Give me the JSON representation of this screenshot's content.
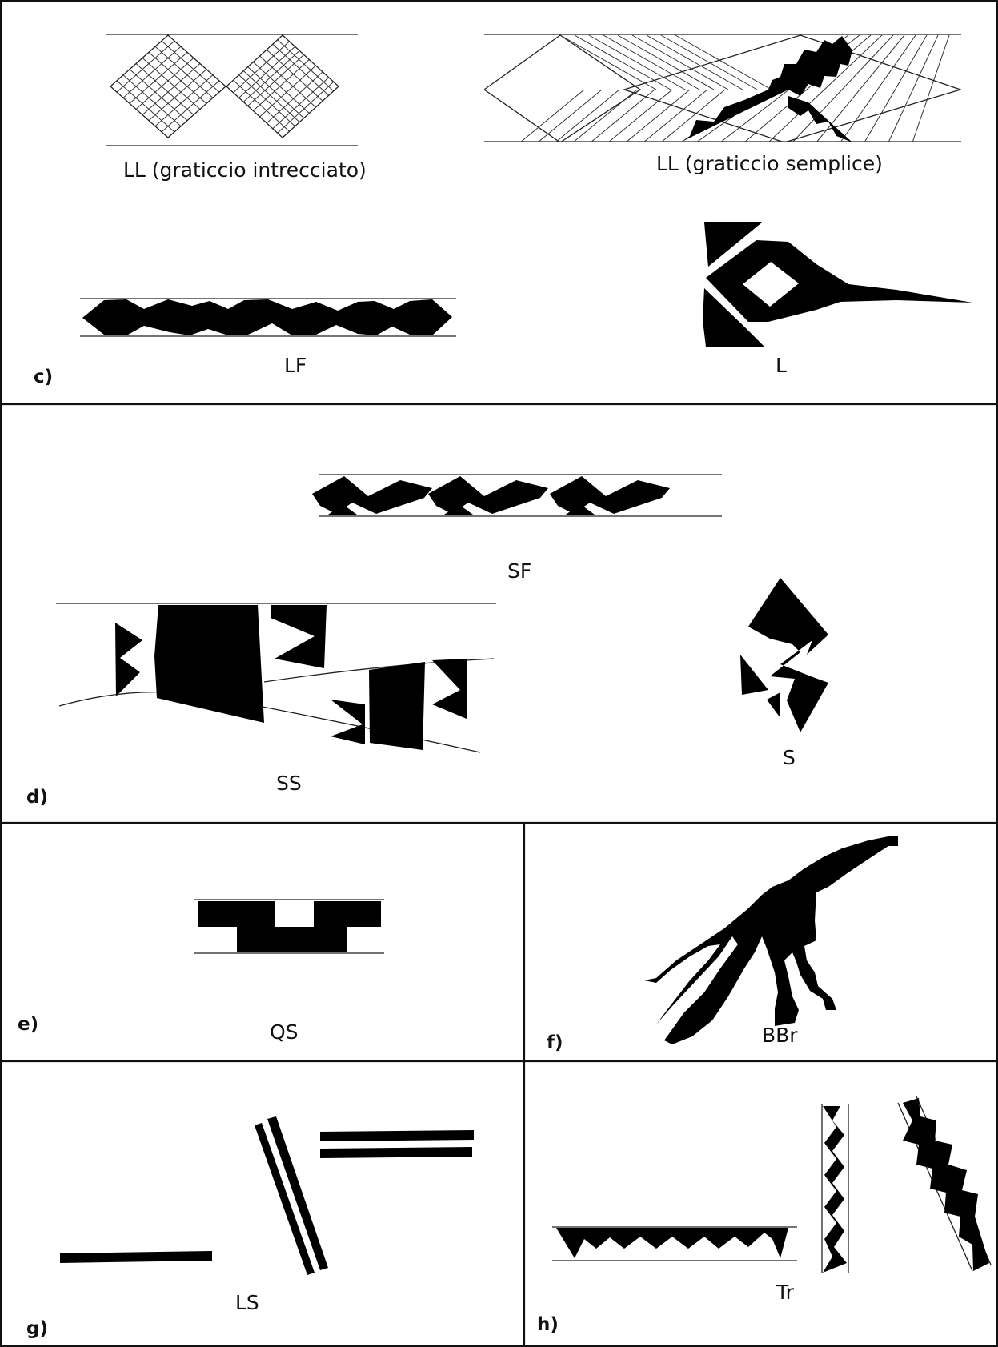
{
  "panels": [
    {
      "letter": "c)",
      "patterns": [
        "LL (graticcio intrecciato)",
        "LL  (graticcio semplice)",
        "LF",
        "L"
      ]
    },
    {
      "letter": "d)",
      "patterns": [
        "SF",
        "SS",
        "S"
      ]
    },
    {
      "letter": "e)",
      "patterns": [
        "QS"
      ]
    },
    {
      "letter": "f)",
      "patterns": [
        "BBr"
      ]
    },
    {
      "letter": "g)",
      "patterns": [
        "LS"
      ]
    },
    {
      "letter": "h)",
      "patterns": [
        "Tr"
      ]
    }
  ]
}
